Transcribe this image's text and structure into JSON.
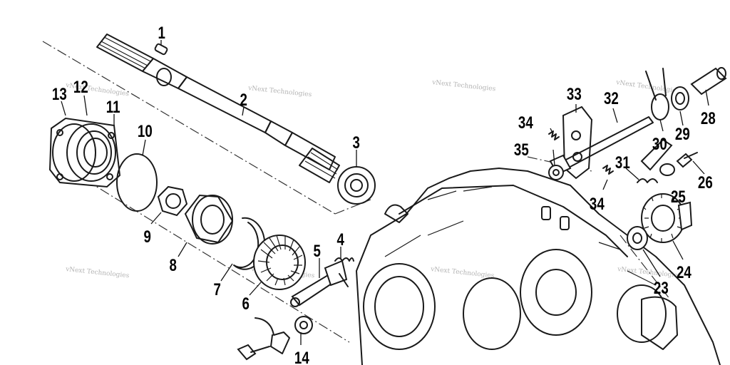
{
  "watermark": "vNext Technologies",
  "callouts": [
    "1",
    "2",
    "3",
    "4",
    "5",
    "6",
    "7",
    "8",
    "9",
    "10",
    "11",
    "12",
    "13",
    "14",
    "23",
    "24",
    "25",
    "26",
    "28",
    "29",
    "30",
    "31",
    "32",
    "33",
    "34",
    "34",
    "35"
  ]
}
